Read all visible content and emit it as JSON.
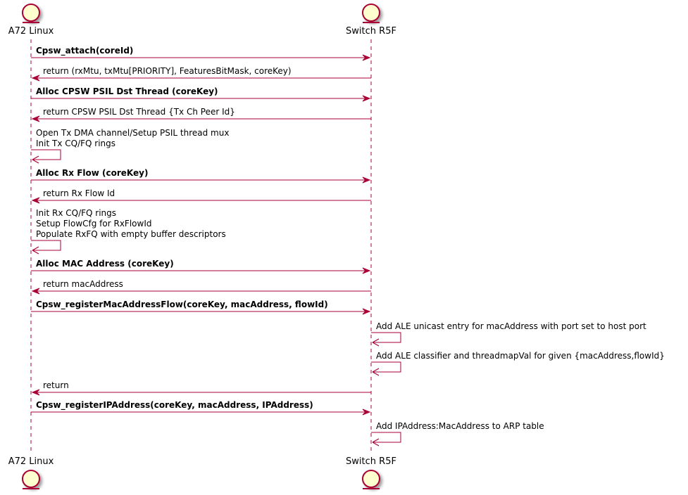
{
  "participants": [
    {
      "name": "A72 Linux"
    },
    {
      "name": "Switch R5F"
    }
  ],
  "colors": {
    "arrow": "#A80036",
    "lifeline": "#A80036",
    "actor_fill": "#FEFECE",
    "actor_stroke": "#A80036",
    "text": "#000000"
  },
  "messages": [
    {
      "from": "A72 Linux",
      "to": "Switch R5F",
      "lines": [
        "Cpsw_attach(coreId)"
      ],
      "bold": true
    },
    {
      "from": "Switch R5F",
      "to": "A72 Linux",
      "lines": [
        "return (rxMtu, txMtu[PRIORITY], FeaturesBitMask, coreKey)"
      ],
      "bold": false
    },
    {
      "from": "A72 Linux",
      "to": "Switch R5F",
      "lines": [
        "Alloc CPSW PSIL Dst Thread (coreKey)"
      ],
      "bold": true
    },
    {
      "from": "Switch R5F",
      "to": "A72 Linux",
      "lines": [
        "return CPSW PSIL Dst Thread {Tx Ch Peer Id}"
      ],
      "bold": false
    },
    {
      "from": "A72 Linux",
      "to": "A72 Linux",
      "lines": [
        "Open Tx DMA channel/Setup PSIL thread mux",
        "Init Tx CQ/FQ rings"
      ],
      "bold": false
    },
    {
      "from": "A72 Linux",
      "to": "Switch R5F",
      "lines": [
        " Alloc Rx Flow (coreKey)"
      ],
      "bold": true
    },
    {
      "from": "Switch R5F",
      "to": "A72 Linux",
      "lines": [
        "return Rx Flow Id"
      ],
      "bold": false
    },
    {
      "from": "A72 Linux",
      "to": "A72 Linux",
      "lines": [
        "Init Rx CQ/FQ rings",
        "Setup FlowCfg for RxFlowId",
        "Populate RxFQ with empty buffer descriptors"
      ],
      "bold": false
    },
    {
      "from": "A72 Linux",
      "to": "Switch R5F",
      "lines": [
        "Alloc MAC Address (coreKey)"
      ],
      "bold": true
    },
    {
      "from": "Switch R5F",
      "to": "A72 Linux",
      "lines": [
        "return macAddress"
      ],
      "bold": false
    },
    {
      "from": "A72 Linux",
      "to": "Switch R5F",
      "lines": [
        "Cpsw_registerMacAddressFlow(coreKey, macAddress, flowId)"
      ],
      "bold": true
    },
    {
      "from": "Switch R5F",
      "to": "Switch R5F",
      "lines": [
        "Add ALE unicast entry for macAddress with port set to host port"
      ],
      "bold": false
    },
    {
      "from": "Switch R5F",
      "to": "Switch R5F",
      "lines": [
        "Add ALE classifier and threadmapVal for given {macAddress,flowId}"
      ],
      "bold": false
    },
    {
      "from": "Switch R5F",
      "to": "A72 Linux",
      "lines": [
        "return"
      ],
      "bold": false
    },
    {
      "from": "A72 Linux",
      "to": "Switch R5F",
      "lines": [
        "Cpsw_registerIPAddress(coreKey, macAddress, IPAddress)"
      ],
      "bold": true
    },
    {
      "from": "Switch R5F",
      "to": "Switch R5F",
      "lines": [
        "Add IPAddress:MacAddress to ARP table"
      ],
      "bold": false
    }
  ]
}
